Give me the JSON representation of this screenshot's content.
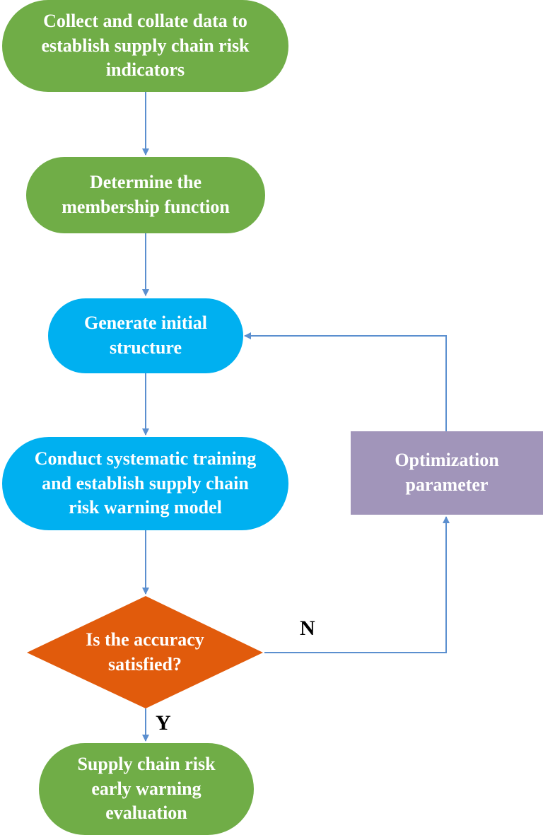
{
  "colors": {
    "green": "#70ad47",
    "blue": "#00b0f0",
    "orange": "#e15b0c",
    "purple": "#a195ba",
    "arrow": "#5b8fcf"
  },
  "nodes": {
    "collect": "Collect and collate data to\nestablish supply chain risk\nindicators",
    "membership": "Determine the\nmembership function",
    "generate": "Generate initial\nstructure",
    "train": "Conduct systematic training\nand establish supply chain\nrisk warning model",
    "decision": "Is the accuracy\nsatisfied?",
    "optimize": "Optimization\nparameter",
    "evaluate": "Supply chain risk\nearly warning\nevaluation"
  },
  "edge_labels": {
    "no": "N",
    "yes": "Y"
  }
}
